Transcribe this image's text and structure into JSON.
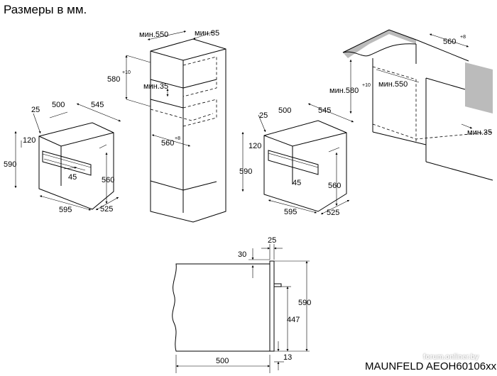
{
  "header": {
    "title": "Размеры в мм."
  },
  "footer": {
    "model": "MAUNFELD AEOH60106xx",
    "watermark": "forum.onliner.by"
  },
  "oven_left": {
    "d500": "500",
    "d25": "25",
    "d545": "545",
    "d120": "120",
    "d590": "590",
    "d45": "45",
    "d560": "560",
    "d595": "595",
    "d525": "525"
  },
  "column": {
    "min550": "мин.550",
    "min35_top": "мин.35",
    "d580": "580",
    "d580_sup": "+10",
    "min35_mid": "мин.35",
    "d560": "560",
    "d560_sup": "+8"
  },
  "oven_mid": {
    "d25": "25",
    "d500": "500",
    "d545": "545",
    "d120": "120",
    "d590": "590",
    "d45": "45",
    "d560": "560",
    "d595": "595",
    "d525": "525"
  },
  "undercounter": {
    "d560": "560",
    "d560_sup": "+8",
    "min580": "мин.580",
    "min580_sup": "+10",
    "min550": "мин.550",
    "min35": "мин.35"
  },
  "side": {
    "d25": "25",
    "d30": "30",
    "d590": "590",
    "d447": "447",
    "d500": "500",
    "d13": "13"
  }
}
